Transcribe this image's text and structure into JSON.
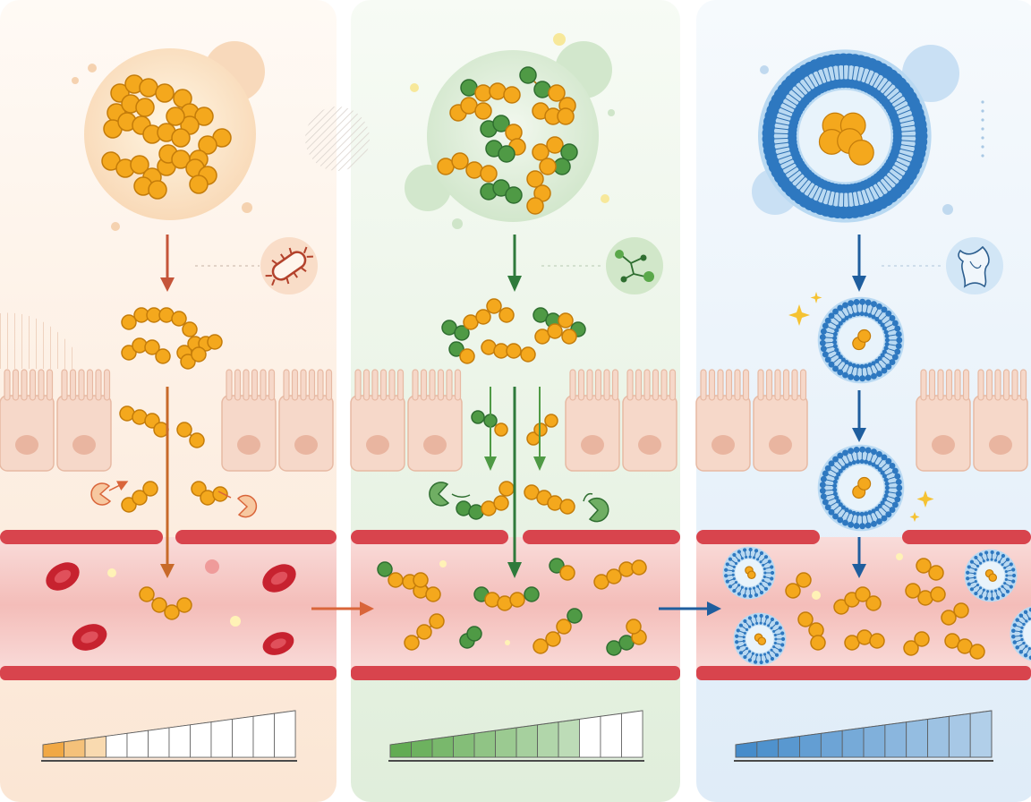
{
  "panels": [
    {
      "id": "free-peptide",
      "accent": "#d9653a",
      "panel_color": "#fbe8d8",
      "meter_color": "#f0a33a",
      "meter_fill_fraction": 0.22,
      "label_icon": "bacteria-icon",
      "absorbed_dimers": 1
    },
    {
      "id": "modified-peptide",
      "accent": "#2f7a3b",
      "panel_color": "#e2efdd",
      "meter_color": "#5aa84a",
      "meter_fill_fraction": 0.72,
      "label_icon": "protease-inhibitor-icon",
      "absorbed_dimers": 6
    },
    {
      "id": "nanocarrier",
      "accent": "#1f5e9e",
      "panel_color": "#e4eff9",
      "meter_color": "#3c86c8",
      "meter_fill_fraction": 1.0,
      "label_icon": "intestinal-tissue-icon",
      "absorbed_dimers": 14
    }
  ],
  "colors": {
    "peptide": "#f4a81d",
    "peptide_stroke": "#c47c0a",
    "modified_residue": "#4f9a45",
    "blood": "#f6c9c6",
    "vessel_wall": "#d8444d",
    "red_cell": "#c7222f",
    "enterocyte": "#f6d8c9",
    "nanoparticle": "#2e78c0"
  }
}
